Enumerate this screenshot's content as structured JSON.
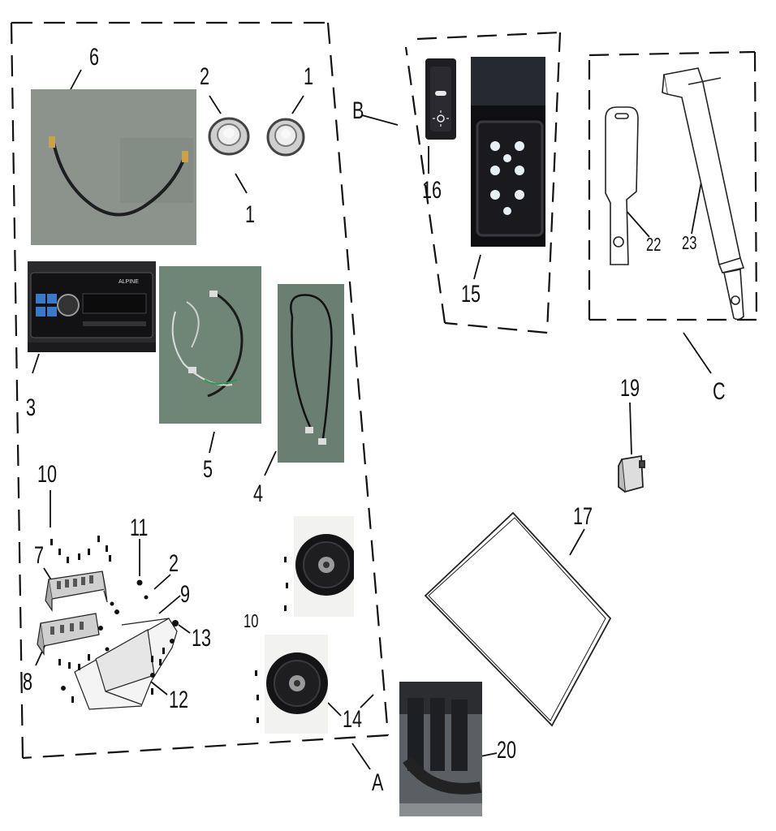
{
  "groups": [
    {
      "id": "A",
      "label": "A"
    },
    {
      "id": "B",
      "label": "B"
    },
    {
      "id": "C",
      "label": "C"
    }
  ],
  "parts": {
    "p1a": "1",
    "p1b": "1",
    "p2a": "2",
    "p2b": "2",
    "p3": "3",
    "p4": "4",
    "p5": "5",
    "p6": "6",
    "p7": "7",
    "p8": "8",
    "p9": "9",
    "p10a": "10",
    "p10b": "10",
    "p11": "11",
    "p12": "12",
    "p13": "13",
    "p14": "14",
    "p15": "15",
    "p16": "16",
    "p17": "17",
    "p19": "19",
    "p20": "20",
    "p22": "22",
    "p23": "23"
  },
  "radio": {
    "brand": "ALPINE"
  },
  "colors": {
    "line": "#111111",
    "photo_green": "#7a8e7a",
    "photo_dark": "#1a1a1a"
  }
}
